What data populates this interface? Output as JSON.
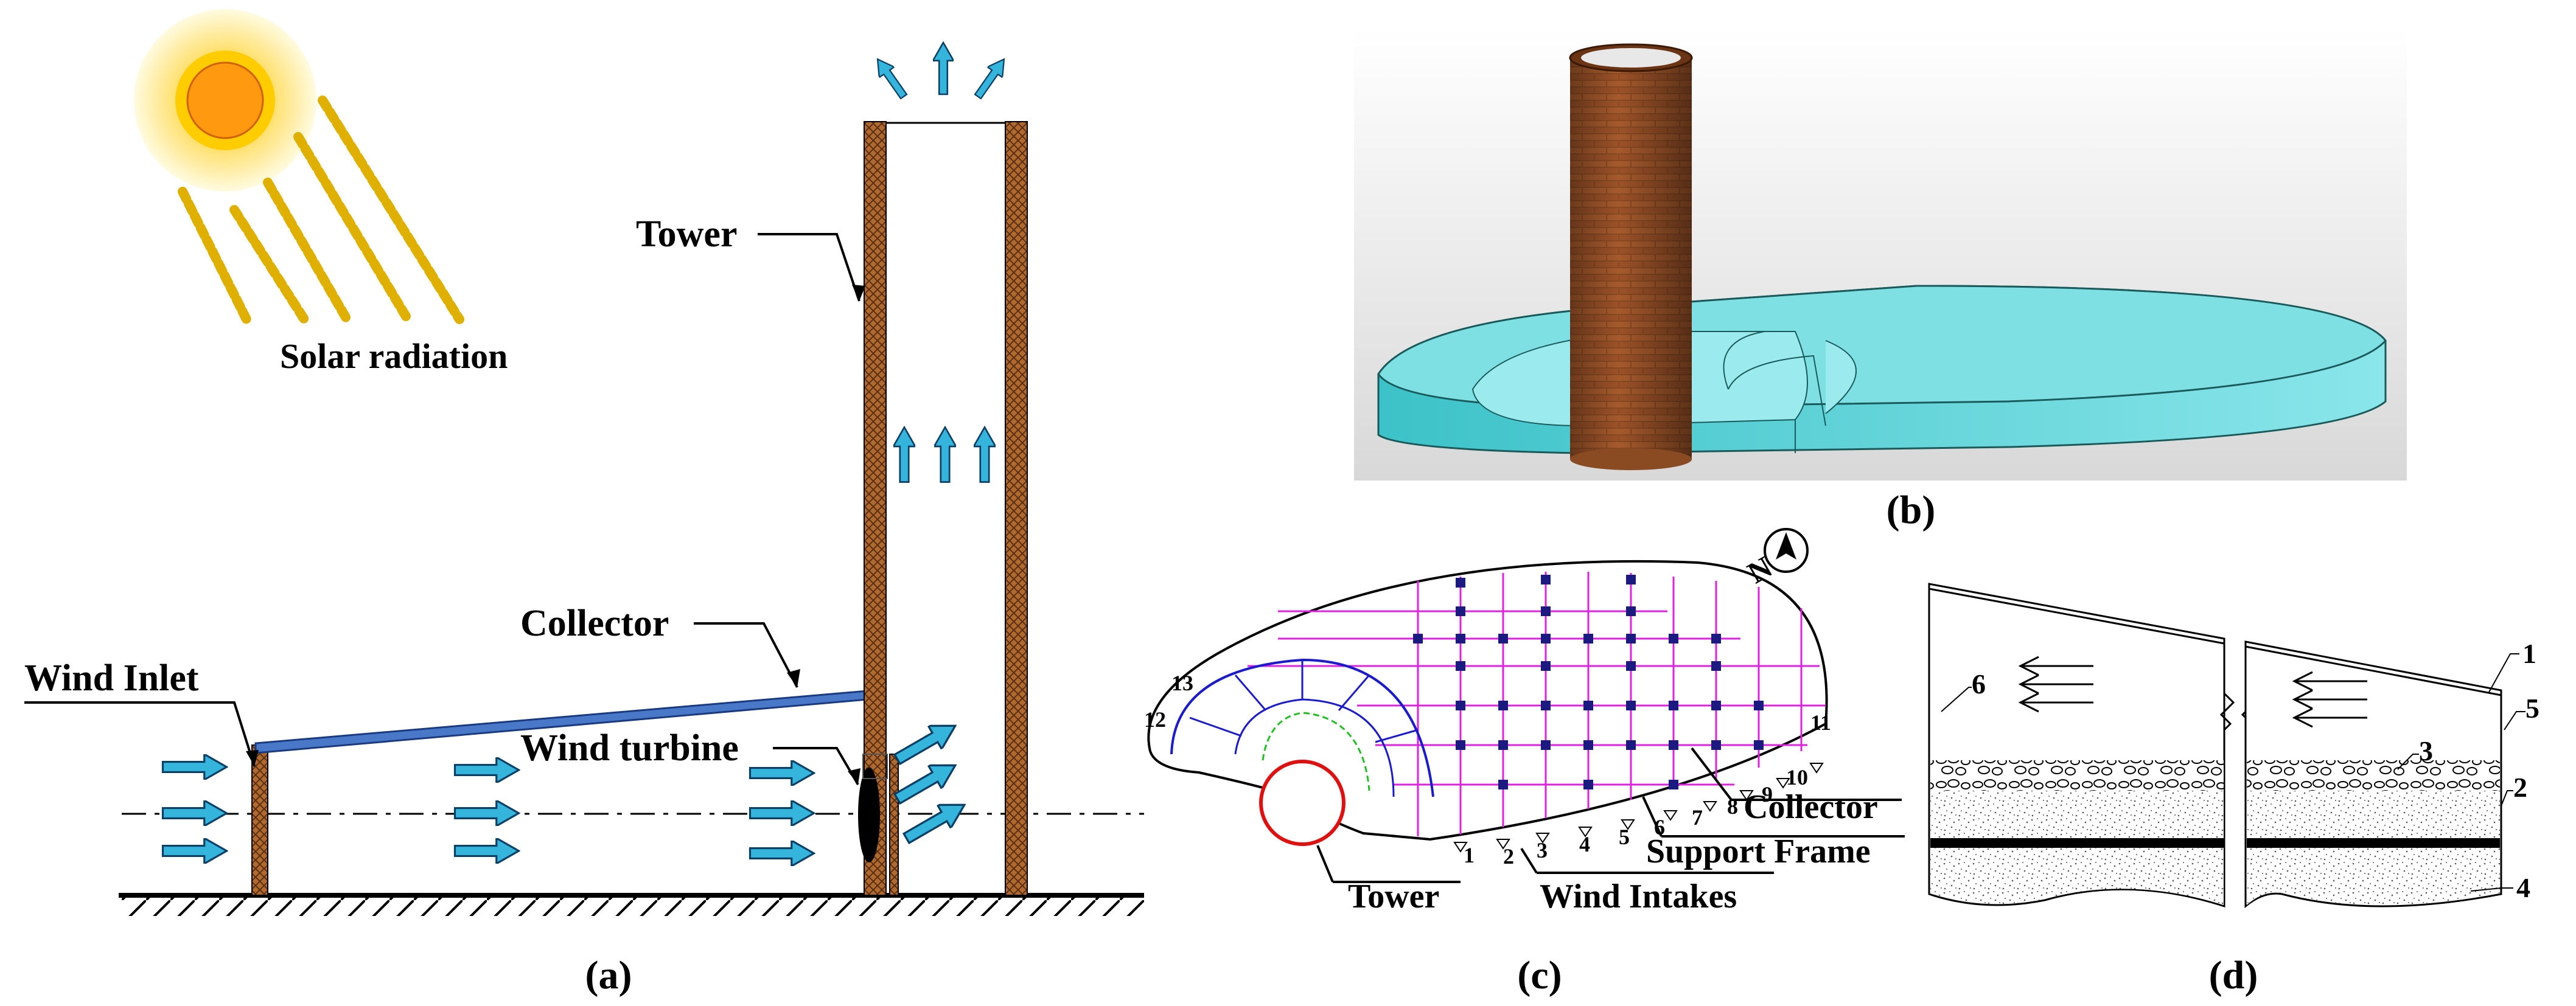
{
  "panel_a": {
    "caption": "(a)",
    "solar_label": "Solar radiation",
    "tower_label": "Tower",
    "collector_label": "Collector",
    "wind_inlet_label": "Wind Inlet",
    "wind_turbine_label": "Wind turbine"
  },
  "panel_b": {
    "caption": "(b)"
  },
  "panel_c": {
    "caption": "(c)",
    "collector_label": "Collector",
    "support_frame_label": "Support Frame",
    "tower_label": "Tower",
    "wind_intakes_label": "Wind Intakes",
    "compass_label": "N",
    "intake_numbers": [
      "1",
      "2",
      "3",
      "4",
      "5",
      "6",
      "7",
      "8",
      "9",
      "10",
      "11",
      "12",
      "13"
    ]
  },
  "panel_d": {
    "caption": "(d)",
    "callouts": [
      "1",
      "2",
      "3",
      "4",
      "5",
      "6"
    ]
  },
  "colors": {
    "arrow_fill": "#35b4dc",
    "tower_brick": "#9a5a2a",
    "collector_blue": "#4a78c9",
    "water_cyan": "#5fd3d8",
    "grid_magenta": "#e020e0",
    "grid_blue": "#1a1ad0",
    "tower_red": "#e01010",
    "green": "#20c020"
  }
}
